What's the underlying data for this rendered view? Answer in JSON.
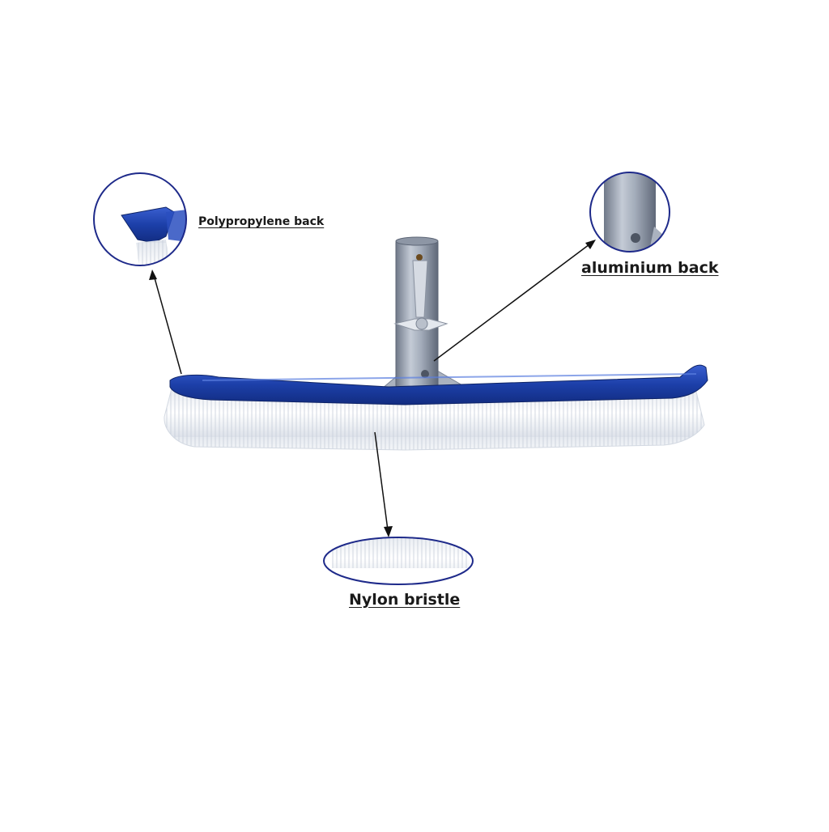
{
  "callouts": {
    "polypropylene": {
      "label": "Polypropylene back"
    },
    "aluminium": {
      "label": "aluminium back"
    },
    "nylon": {
      "label": "Nylon bristle"
    }
  },
  "colors": {
    "brush_blue": "#1c3fa8",
    "callout_ring": "#1e2a8a",
    "bristle_white": "#f3f5f8",
    "handle_metal": "#9ea7b5",
    "arrow": "#111111"
  },
  "icons": [
    "pool-brush",
    "zoom-callout-circle",
    "pointer-arrow"
  ]
}
